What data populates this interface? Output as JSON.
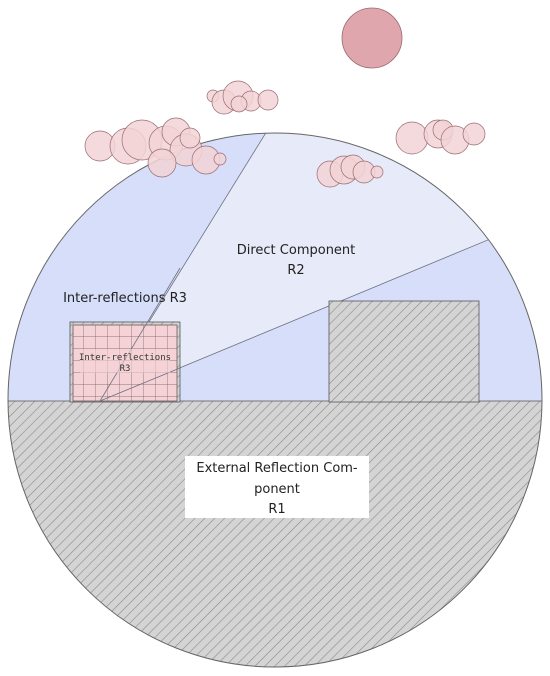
{
  "labels": {
    "direct_line1": "Direct Component",
    "direct_line2": "R2",
    "inter_outside": "Inter-reflections R3",
    "inter_box_line1": "Inter-reflections",
    "inter_box_line2": "R3",
    "external_line1": "External Reflection Com-",
    "external_line2": "ponent",
    "external_line3": "R1"
  },
  "colors": {
    "sky_light": "#e6eaf9",
    "sky_blue": "#d6defa",
    "ground": "#d2d2d2",
    "hatch": "#8c8c8c",
    "building": "#c8c8c8",
    "window_fill": "#f4d2d6",
    "cloud": "#f2d3d6",
    "cloud_stroke": "#9a6b70",
    "sun": "#e0a6ad"
  }
}
